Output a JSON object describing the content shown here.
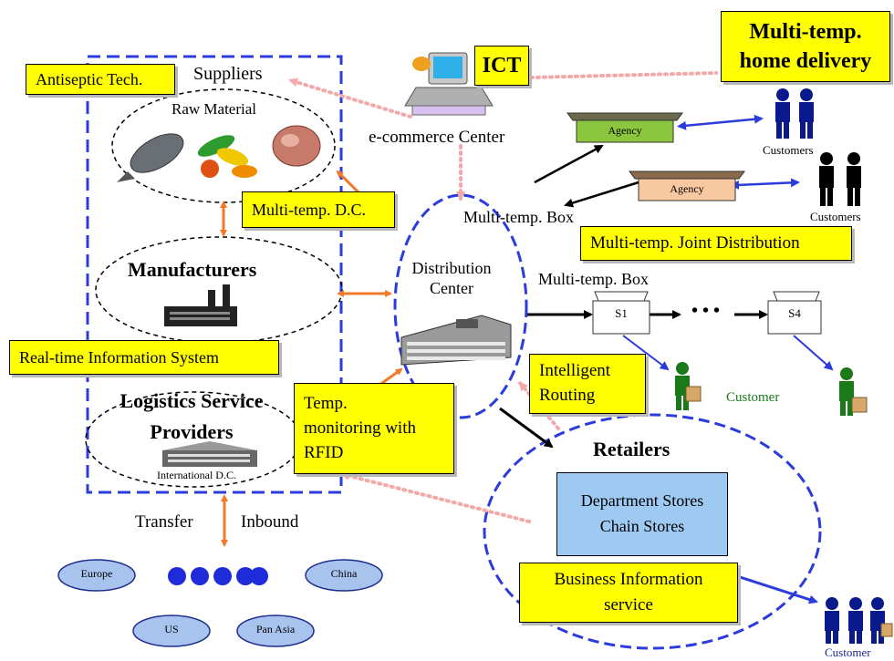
{
  "labels": {
    "antiseptic": "Antiseptic Tech.",
    "suppliers": "Suppliers",
    "raw_material": "Raw Material",
    "multi_temp_dc": "Multi-temp. D.C.",
    "manufacturers": "Manufacturers",
    "real_time": "Real-time Information System",
    "logistics_line1": "Logistics Service",
    "logistics_line2": "Providers",
    "international_dc": "International D.C.",
    "temp_monitoring_l1": "Temp.",
    "temp_monitoring_l2": "monitoring with",
    "temp_monitoring_l3": "RFID",
    "transfer": "Transfer",
    "inbound": "Inbound",
    "ict": "ICT",
    "ecommerce": "e-commerce Center",
    "distribution_l1": "Distribution",
    "distribution_l2": "Center",
    "multi_temp_box_1": "Multi-temp. Box",
    "multi_temp_box_2": "Multi-temp. Box",
    "home_delivery_l1": "Multi-temp.",
    "home_delivery_l2": "home delivery",
    "agency_1": "Agency",
    "agency_2": "Agency",
    "customers_1": "Customers",
    "customers_2": "Customers",
    "joint_distribution": "Multi-temp. Joint Distribution",
    "store_s1": "S1",
    "store_s4": "S4",
    "dots": "• • •",
    "intelligent_l1": "Intelligent",
    "intelligent_l2": "Routing",
    "customer_green": "Customer",
    "retailers": "Retailers",
    "department_stores": "Department Stores",
    "chain_stores": "Chain Stores",
    "business_info_l1": "Business Information",
    "business_info_l2": "service",
    "customer_bottom": "Customer",
    "region_europe": "Europe",
    "region_china": "China",
    "region_us": "US",
    "region_pan_asia": "Pan Asia"
  },
  "colors": {
    "highlight_yellow": "#ffff00",
    "dashed_blue": "#2b3bdc",
    "arrow_orange": "#f07a2a",
    "dotted_pink": "#f4a8a8",
    "agency_green": "#8cc63f",
    "agency_peach": "#f8c8a0",
    "store_box_blue": "#9ec9f2",
    "region_blue": "#a8c4ee",
    "dot_blue": "#1f2bd8",
    "customer_navy": "#0a1a8c",
    "customer_green": "#1a7a1a"
  }
}
